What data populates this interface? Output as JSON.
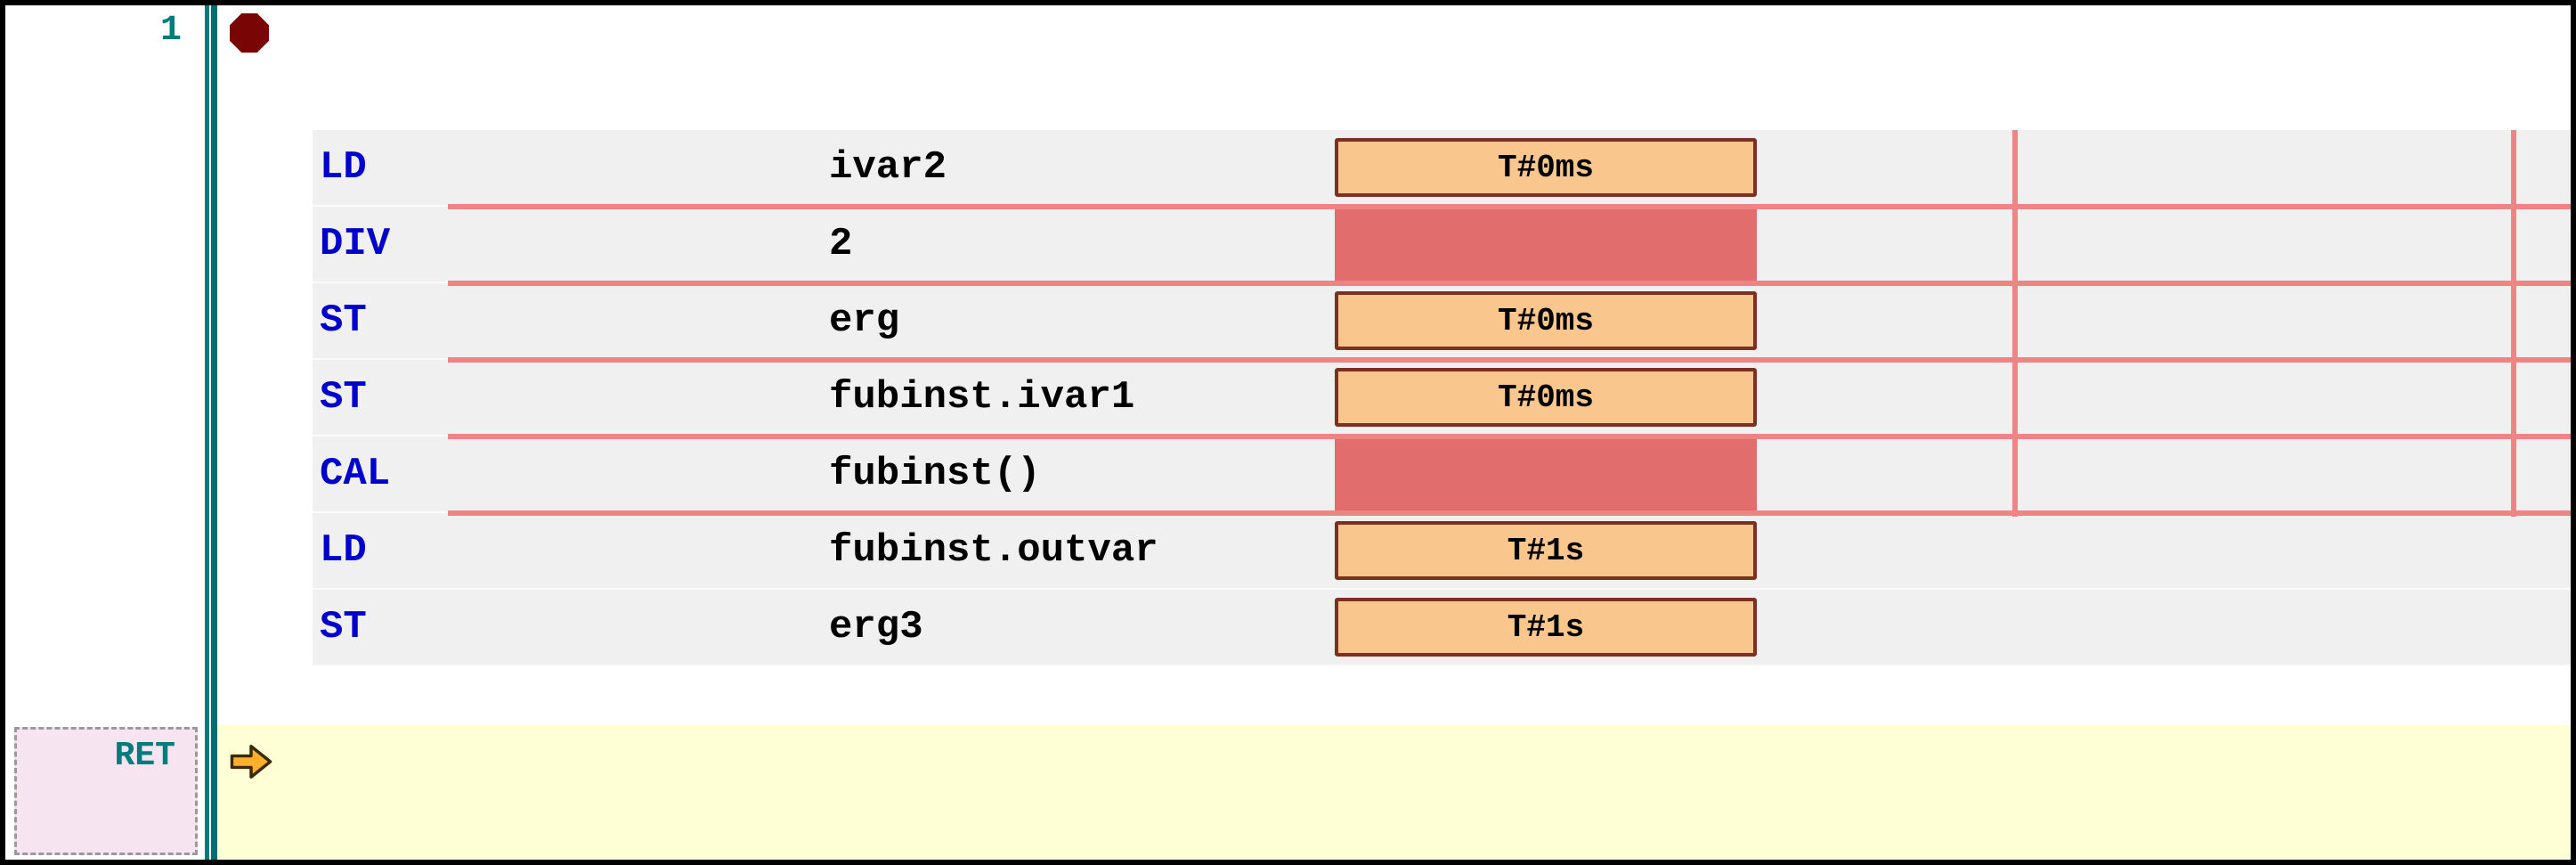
{
  "editor": {
    "gutter": {
      "line_number": "1",
      "breakpoint_icon": "breakpoint-octagon"
    },
    "rows": [
      {
        "operator": "LD",
        "operand": "ivar2",
        "value": "T#0ms",
        "value_display": "box"
      },
      {
        "operator": "DIV",
        "operand": "2",
        "value": "",
        "value_display": "fill"
      },
      {
        "operator": "ST",
        "operand": "erg",
        "value": "T#0ms",
        "value_display": "box"
      },
      {
        "operator": "ST",
        "operand": "fubinst.ivar1",
        "value": "T#0ms",
        "value_display": "box"
      },
      {
        "operator": "CAL",
        "operand": "fubinst()",
        "value": "",
        "value_display": "fill"
      },
      {
        "operator": "LD",
        "operand": "fubinst.outvar",
        "value": "T#1s",
        "value_display": "box"
      },
      {
        "operator": "ST",
        "operand": "erg3",
        "value": "T#1s",
        "value_display": "box"
      }
    ],
    "return_block": {
      "label": "RET",
      "pointer_icon": "execution-arrow"
    },
    "colors": {
      "operator_text": "#0000CD",
      "operand_text": "#000000",
      "gutter_line": "#007C7C",
      "line_number_text": "#007C7C",
      "breakpoint": "#7A0505",
      "flow_line": "#EF8484",
      "monitor_fill": "#E26D6D",
      "value_box_fill": "#F9C78E",
      "value_box_border": "#7B3020",
      "current_line_bg": "#FFFFD6",
      "ret_box_bg": "#F6E4F1",
      "arrow_fill": "#FFAF2E"
    }
  }
}
